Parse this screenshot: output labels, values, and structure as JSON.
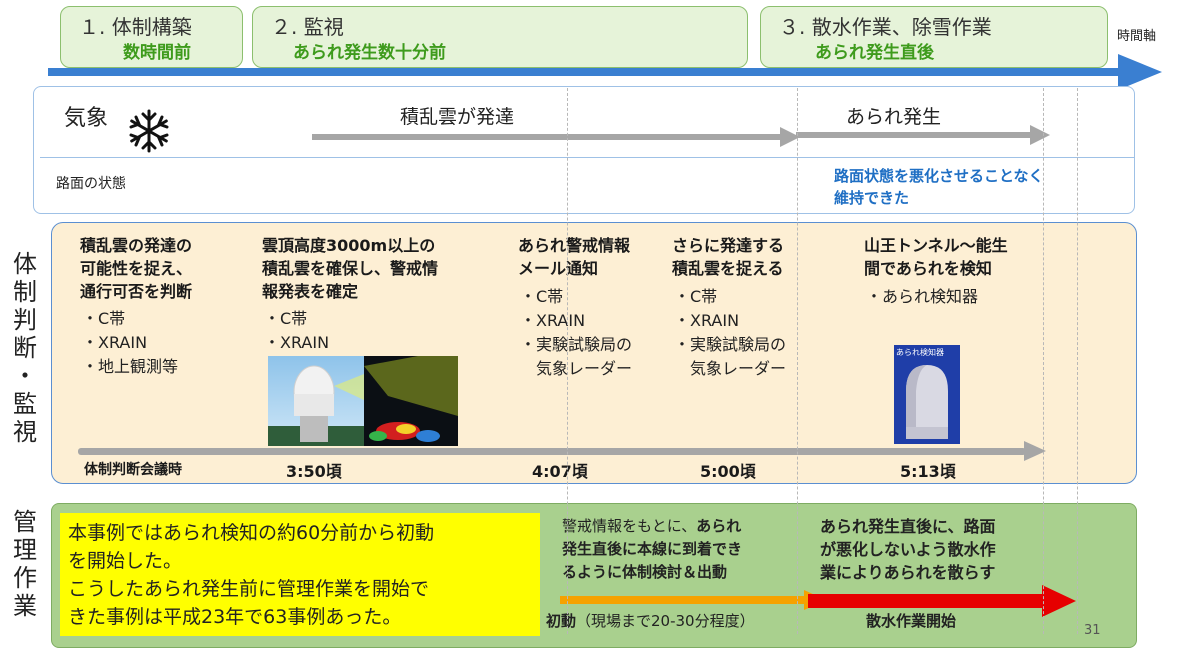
{
  "phases": [
    {
      "line1": "１. 体制構築",
      "line2": "数時間前"
    },
    {
      "line1": "２. 監視",
      "line2": "あられ発生数十分前"
    },
    {
      "line1": "３. 散水作業、除雪作業",
      "line2": "あられ発生直後"
    }
  ],
  "time_axis_label": "時間軸",
  "weather": {
    "label": "気象",
    "icon": "snowflake-icon",
    "cloud_label": "積乱雲が発達",
    "hail_label": "あられ発生",
    "road_label": "路面の状態",
    "road_result": [
      "路面状態を悪化させることなく",
      "維持できた"
    ]
  },
  "side_labels": {
    "judgement": "体制判断・監視",
    "management": "管理作業"
  },
  "judgement": [
    {
      "title": [
        "積乱雲の発達の",
        "可能性を捉え、",
        "通行可否を判断"
      ],
      "items": [
        "・C帯",
        "・XRAIN",
        "・地上観測等"
      ],
      "time": "体制判断会議時"
    },
    {
      "title": [
        "雲頂高度3000m以上の",
        "積乱雲を確保し、警戒情",
        "報発表を確定"
      ],
      "items": [
        "・C帯",
        "・XRAIN"
      ],
      "time": "3:50頃"
    },
    {
      "title": [
        "あられ警戒情報",
        "メール通知"
      ],
      "items": [
        "・C帯",
        "・XRAIN",
        "・実験試験局の",
        "　気象レーダー"
      ],
      "time": "4:07頃"
    },
    {
      "title": [
        "さらに発達する",
        "積乱雲を捉える"
      ],
      "items": [
        "・C帯",
        "・XRAIN",
        "・実験試験局の",
        "　気象レーダー"
      ],
      "time": "5:00頃"
    },
    {
      "title": [
        "山王トンネル～能生",
        "間であられを検知"
      ],
      "items": [
        "・あられ検知器"
      ],
      "time": "5:13頃"
    }
  ],
  "detector_photo_label": "あられ検知器",
  "management": {
    "summary": [
      "本事例ではあられ検知の約60分前から初動",
      "を開始した。",
      "こうしたあられ発生前に管理作業を開始で",
      "きた事例は平成23年で63事例あった。"
    ],
    "middle_normal": "警戒情報をもとに、",
    "middle_bold_1": "あられ",
    "middle_bold_2": "発生直後に本線に到着でき",
    "middle_bold_3": "るように体制検討＆出動",
    "right_text": [
      "あられ発生直後に、路面",
      "が悪化しないよう散水作",
      "業によりあられを散らす"
    ],
    "initial_bold": "初動",
    "initial_normal": "（現場まで20-30分程度）",
    "spray_label": "散水作業開始"
  },
  "page_number": "31",
  "colors": {
    "phase_fill": "#e6f3d9",
    "phase_green_text": "#3e9b1c",
    "timeline_arrow": "#3a7fd1",
    "judgement_fill": "#fdefd4",
    "management_fill": "#a9d08e",
    "highlight_yellow": "#ffff00",
    "road_result_blue": "#1f6fc4",
    "initial_arrow": "#f5a200",
    "spray_arrow": "#e60000"
  }
}
